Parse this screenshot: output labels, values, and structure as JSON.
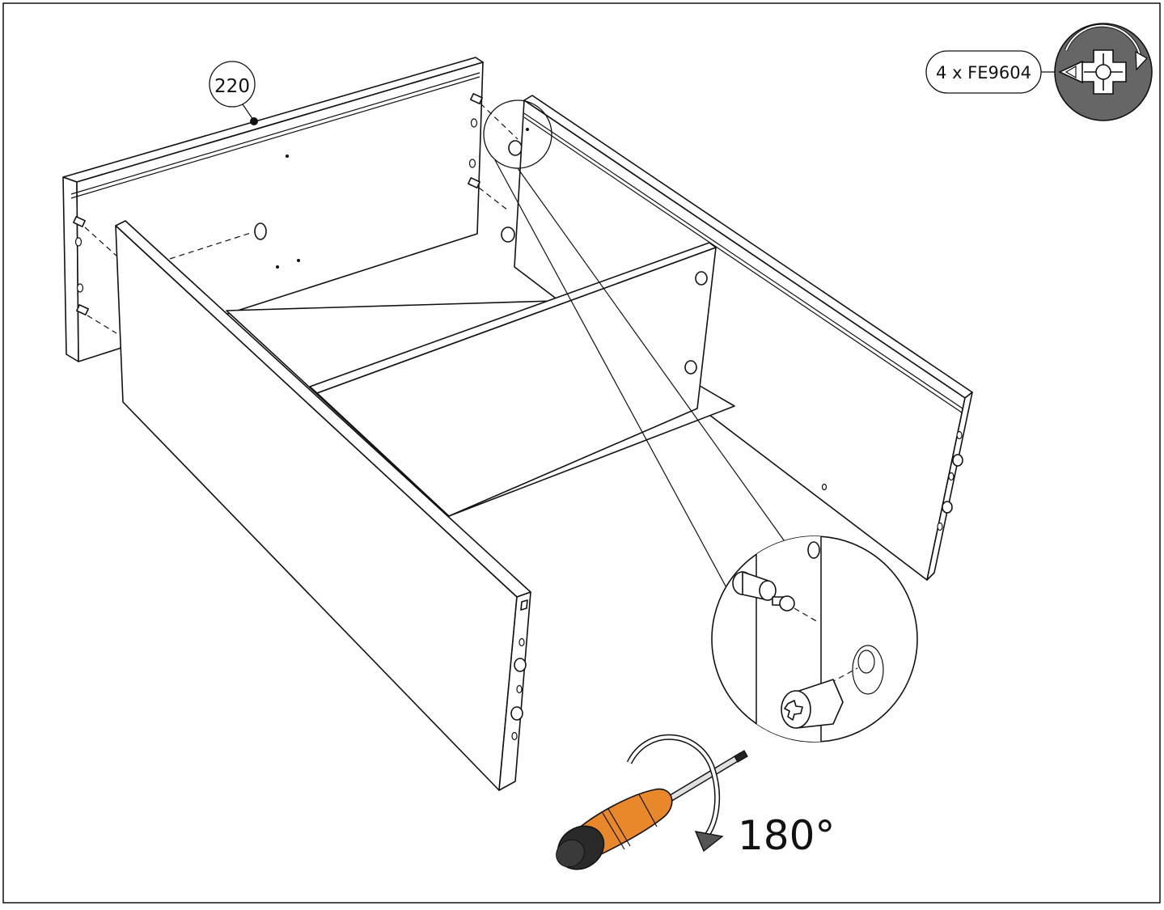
{
  "diagram": {
    "part_label": "220",
    "hardware": {
      "quantity_code": "4 x FE9604",
      "icon": "cam-lock-icon"
    },
    "rotation": {
      "angle": "180°",
      "tool_icon": "screwdriver-icon"
    },
    "colors": {
      "frame": "#111111",
      "cam_disk": "#666666",
      "screwdriver_handle": "#e8882a",
      "screwdriver_tip": "#222222"
    }
  }
}
